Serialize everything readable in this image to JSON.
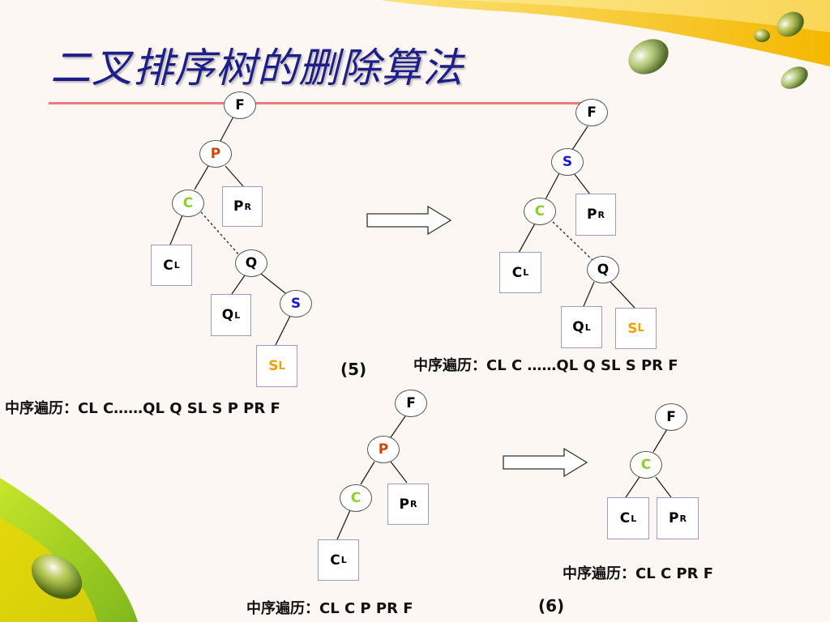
{
  "title": "二叉排序树的删除算法",
  "colors": {
    "green": "#8ccf2a",
    "orange_red": "#d0450a",
    "blue": "#1a1ad0",
    "orange": "#f0a000",
    "title": "#1c1f8a"
  },
  "step5_before": {
    "nodes": {
      "F": "F",
      "P": "P",
      "C": "C",
      "Q": "Q",
      "S": "S"
    },
    "leaves": {
      "PR": {
        "main": "P",
        "sub": "R"
      },
      "CL": {
        "main": "C",
        "sub": "L"
      },
      "QL": {
        "main": "Q",
        "sub": "L"
      },
      "SL": {
        "main": "S",
        "sub": "L"
      }
    },
    "label": "(5)",
    "caption": "中序遍历：CL  C……QL  Q  SL  S  P  PR  F"
  },
  "step5_after": {
    "nodes": {
      "F": "F",
      "S": "S",
      "C": "C",
      "Q": "Q"
    },
    "leaves": {
      "PR": {
        "main": "P",
        "sub": "R"
      },
      "CL": {
        "main": "C",
        "sub": "L"
      },
      "QL": {
        "main": "Q",
        "sub": "L"
      },
      "SL": {
        "main": "S",
        "sub": "L"
      }
    },
    "caption": "中序遍历：CL   C  ……QL   Q   SL   S   PR   F"
  },
  "step6_before": {
    "nodes": {
      "F": "F",
      "P": "P",
      "C": "C"
    },
    "leaves": {
      "PR": {
        "main": "P",
        "sub": "R"
      },
      "CL": {
        "main": "C",
        "sub": "L"
      }
    },
    "caption": "中序遍历：CL   C   P   PR   F",
    "label": "(6)"
  },
  "step6_after": {
    "nodes": {
      "F": "F",
      "C": "C"
    },
    "leaves": {
      "CL": {
        "main": "C",
        "sub": "L"
      },
      "PR": {
        "main": "P",
        "sub": "R"
      }
    },
    "caption": "中序遍历：CL   C   PR   F"
  }
}
